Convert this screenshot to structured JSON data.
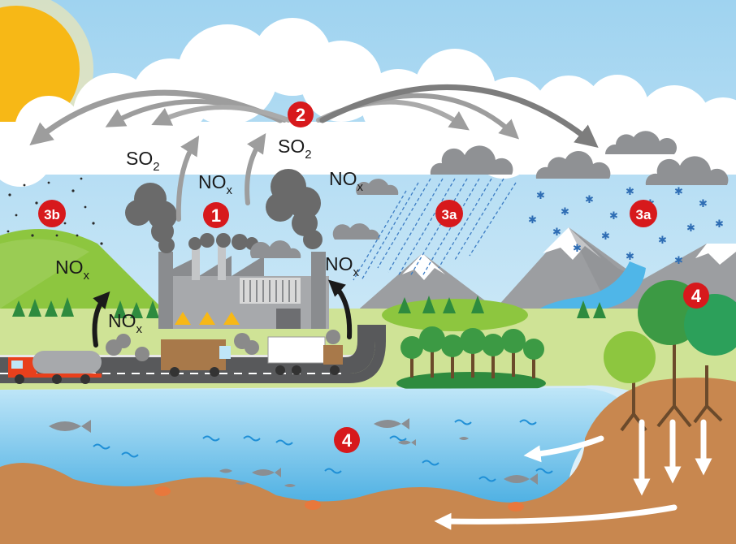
{
  "chemicals": {
    "so2_left": {
      "main": "SO",
      "sub": "2"
    },
    "so2_right": {
      "main": "SO",
      "sub": "2"
    },
    "nox_center": {
      "main": "NO",
      "sub": "x"
    },
    "nox_right": {
      "main": "NO",
      "sub": "x"
    },
    "nox_left_high": {
      "main": "NO",
      "sub": "x"
    },
    "nox_left_low": {
      "main": "NO",
      "sub": "x"
    },
    "nox_factory_right": {
      "main": "NO",
      "sub": "x"
    }
  },
  "markers": {
    "m1": "1",
    "m2": "2",
    "m3a_rain": "3a",
    "m3a_snow": "3a",
    "m3b": "3b",
    "m4_trees": "4",
    "m4_water": "4"
  },
  "colors": {
    "sky_top": "#a8d8f2",
    "sky_bottom": "#e6f4fb",
    "sun": "#f7b816",
    "cloud": "#ffffff",
    "smoke": "#6a6a6a",
    "marker": "#d7191c",
    "factory": "#a7a9ac",
    "mountain": "#9c9ea1",
    "grass": "#cfe396",
    "hill": "#8dc63f",
    "water": "#4fb6e8",
    "soil": "#c8874f",
    "road": "#58595b",
    "arrow_gray": "#9d9d9d",
    "arrow_black": "#1a1a1a"
  },
  "icons": [
    "sun-icon",
    "factory-icon",
    "truck-icon",
    "tanker-truck-icon",
    "fish-icon",
    "crab-icon",
    "tree-icon",
    "snowflake-icon"
  ]
}
